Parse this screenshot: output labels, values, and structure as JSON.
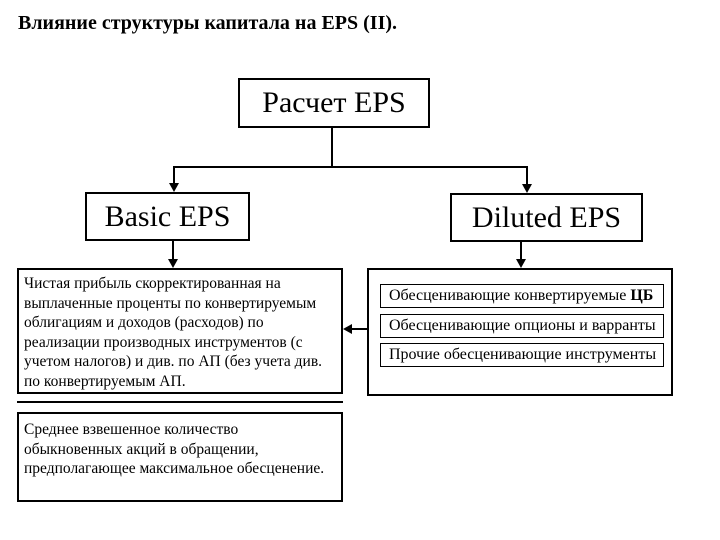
{
  "slide": {
    "title": "Влияние структуры капитала на EPS (II)."
  },
  "flowchart": {
    "root_label": "Расчет EPS",
    "basic_label": "Basic EPS",
    "diluted_label": "Diluted EPS",
    "numerator_text": "Чистая прибыль скорректированная на\nвыплаченные проценты по конвертируемым\nоблигациям и доходов (расходов) по\nреализации производных инструментов (с\nучетом налогов) и див. по АП (без учета див.\nпо конвертируемым АП.",
    "denominator_text": "Среднее взвешенное количество\nобыкновенных акций в обращении,\nпредполагающее максимальное обесценение.",
    "diluted_items": [
      {
        "label": "Обесценивающие конвертируемые ",
        "label_bold": "ЦБ"
      },
      {
        "label": "Обесценивающие опционы и варранты",
        "label_bold": ""
      },
      {
        "label": "Прочие обесценивающие инструменты",
        "label_bold": ""
      }
    ]
  },
  "colors": {
    "background": "#ffffff",
    "line_color": "#000000",
    "text_color": "#000000"
  }
}
